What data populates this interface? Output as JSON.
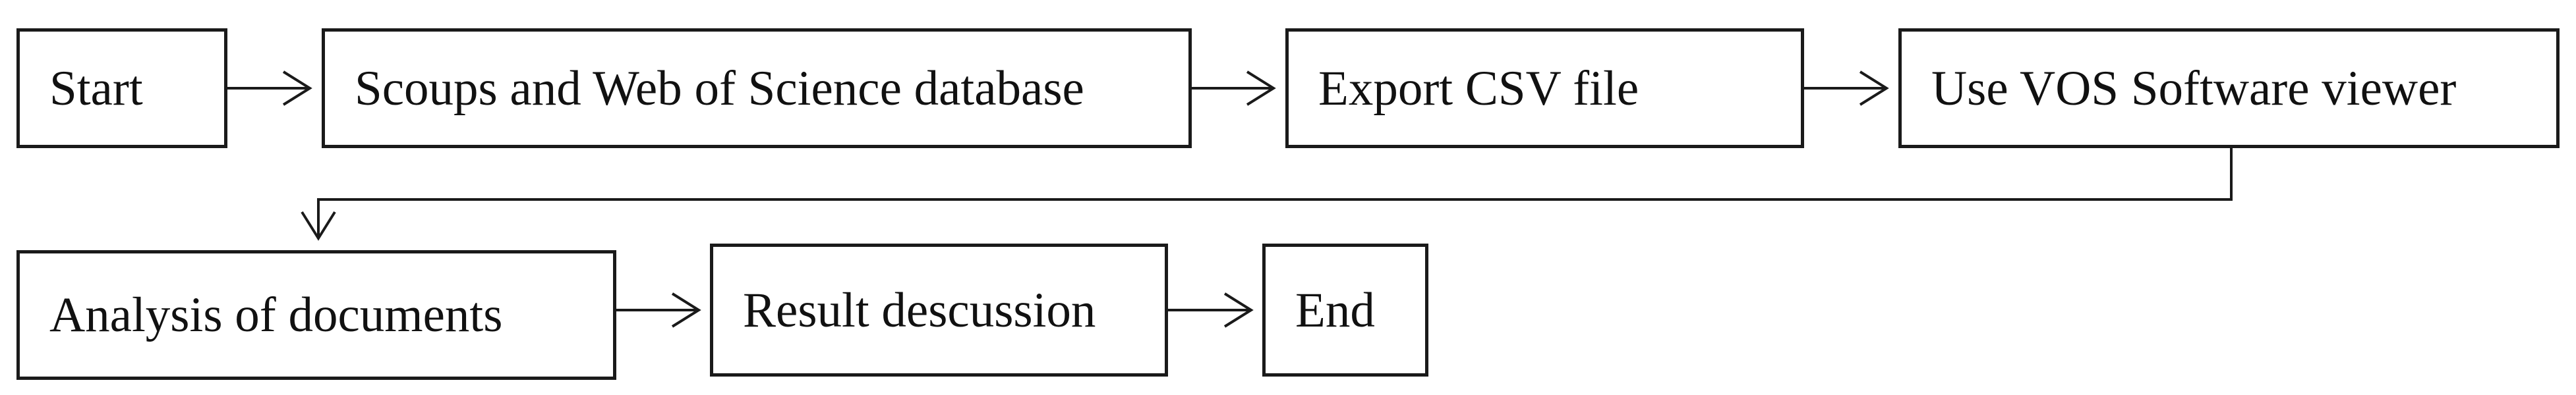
{
  "diagram": {
    "type": "flowchart",
    "steps": [
      {
        "id": "start",
        "label": "Start"
      },
      {
        "id": "db",
        "label": "Scoups and Web of Science database"
      },
      {
        "id": "export",
        "label": "Export CSV file"
      },
      {
        "id": "vos",
        "label": "Use VOS Software viewer"
      },
      {
        "id": "analysis",
        "label": "Analysis of documents"
      },
      {
        "id": "result",
        "label": "Result descussion"
      },
      {
        "id": "end",
        "label": "End"
      }
    ],
    "edges": [
      [
        "start",
        "db"
      ],
      [
        "db",
        "export"
      ],
      [
        "export",
        "vos"
      ],
      [
        "vos",
        "analysis"
      ],
      [
        "analysis",
        "result"
      ],
      [
        "result",
        "end"
      ]
    ],
    "colors": {
      "line": "#1a1a1a",
      "text": "#111111",
      "background": "#ffffff"
    }
  }
}
